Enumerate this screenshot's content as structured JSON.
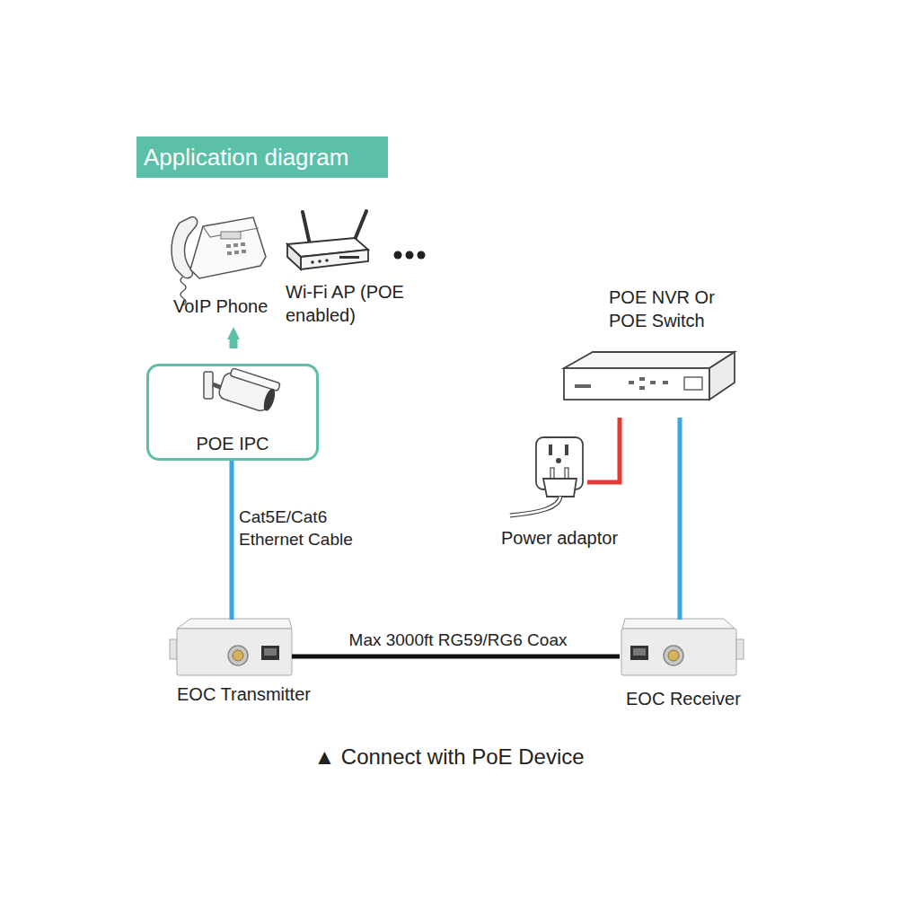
{
  "diagram": {
    "title": "Application diagram",
    "caption": "▲ Connect with PoE Device",
    "nodes": [
      {
        "text": [
          "VoIP Phone"
        ]
      },
      {
        "text": [
          "Wi-Fi AP (POE enabled)"
        ]
      },
      {
        "text": [
          "POE IPC"
        ]
      },
      {
        "text": [
          "POE NVR Or POE Switch"
        ]
      },
      {
        "text": [
          "Power adaptor"
        ]
      },
      {
        "text": [
          "EOC Transmitter"
        ]
      },
      {
        "text": [
          "EOC Receiver"
        ]
      }
    ],
    "edges": [
      {
        "from": 2,
        "to": 5,
        "arrow": "none",
        "label": "Cat5E/Cat6 Ethernet Cable"
      },
      {
        "from": 5,
        "to": 6,
        "arrow": "none",
        "label": "Max 3000ft RG59/RG6 Coax"
      },
      {
        "from": 3,
        "to": 6,
        "arrow": "none"
      },
      {
        "from": 3,
        "to": 4,
        "arrow": "none"
      },
      {
        "from": 2,
        "to": 0,
        "arrow": "to"
      }
    ]
  }
}
